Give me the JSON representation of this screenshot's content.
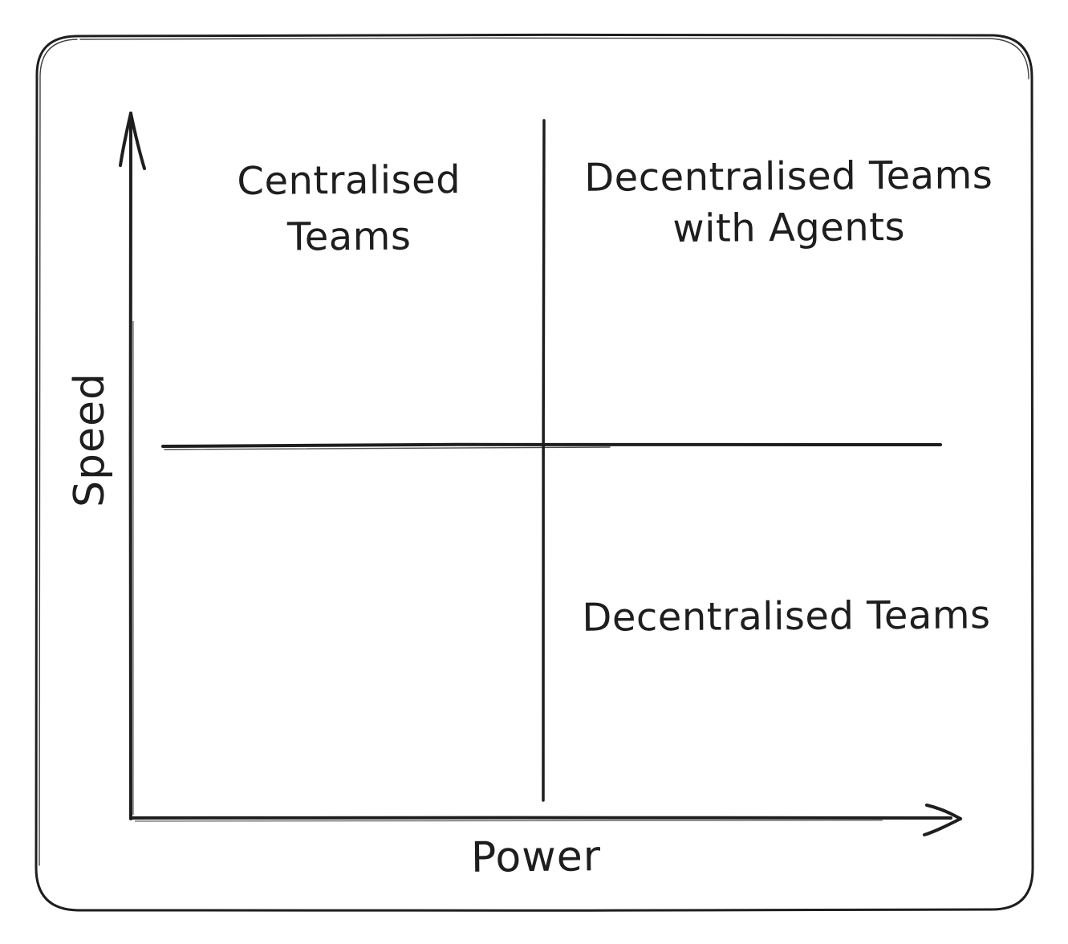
{
  "diagram": {
    "type": "quadrant-matrix",
    "axes": {
      "y": {
        "label": "Speed",
        "direction": "up"
      },
      "x": {
        "label": "Power",
        "direction": "right"
      }
    },
    "quadrants": {
      "top_left": {
        "lines": [
          "Centralised",
          "Teams"
        ]
      },
      "top_right": {
        "lines": [
          "Decentralised Teams",
          "with Agents"
        ]
      },
      "bottom_left": {
        "lines": []
      },
      "bottom_right": {
        "lines": [
          "Decentralised Teams"
        ]
      }
    },
    "colors": {
      "ink": "#1e1e1e",
      "background": "#ffffff"
    }
  }
}
